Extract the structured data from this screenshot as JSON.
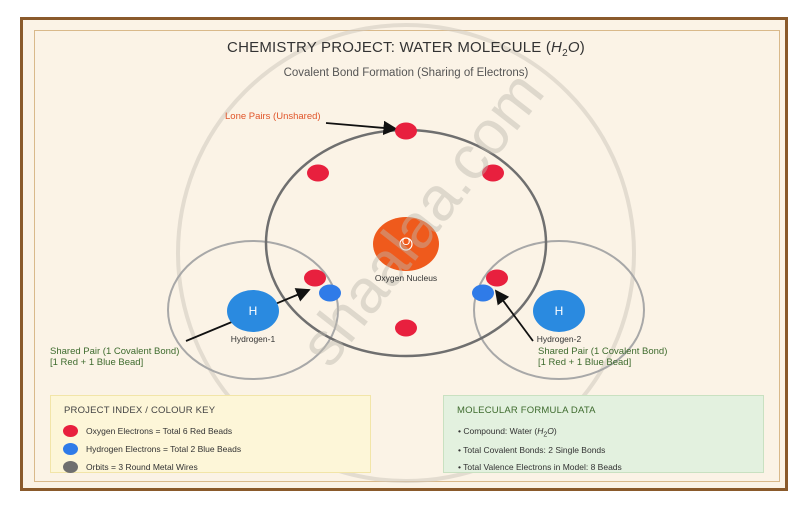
{
  "header": {
    "title_prefix": "CHEMISTRY PROJECT: WATER MOLECULE (",
    "title_formula_h": "H",
    "title_formula_sub": "2",
    "title_formula_o": "O",
    "title_suffix": ")",
    "subtitle": "Covalent Bond Formation (Sharing of Electrons)"
  },
  "diagram": {
    "lone_pairs_label": "Lone Pairs (Unshared)",
    "oxygen_symbol": "O",
    "oxygen_nucleus_label": "Oxygen Nucleus",
    "hydrogen_symbol": "H",
    "hydrogen1_label": "Hydrogen-1",
    "hydrogen2_label": "Hydrogen-2",
    "shared_pair_line1": "Shared Pair (1 Covalent Bond)",
    "shared_pair_line2": "[1 Red + 1 Blue Bead]",
    "watermark": "shaalaa.com"
  },
  "colour_key": {
    "title": "PROJECT INDEX / COLOUR KEY",
    "items": [
      {
        "label": "Oxygen Electrons = Total 6 Red Beads",
        "color": "#e8203e"
      },
      {
        "label": "Hydrogen Electrons = Total 2 Blue Beads",
        "color": "#2f7be8"
      },
      {
        "label": "Orbits = 3 Round Metal Wires",
        "color": "#6f6f6f"
      }
    ]
  },
  "formula_data": {
    "title": "MOLECULAR FORMULA DATA",
    "compound_prefix": "• Compound: Water (",
    "compound_h": "H",
    "compound_sub": "2",
    "compound_o": "O",
    "compound_suffix": ")",
    "bonds": "• Total Covalent Bonds: 2 Single Bonds",
    "valence": "• Total Valence Electrons in Model: 8 Beads"
  },
  "colors": {
    "oxygen_electron": "#e8203e",
    "hydrogen_electron": "#2f7be8",
    "oxygen_nucleus": "#ef5a1c",
    "hydrogen_nucleus": "#2a8ae0",
    "orbit_oxygen": "#6f6f6f",
    "orbit_hydrogen": "#a8a8a8",
    "frame": "#8a5a2b",
    "background": "#fbf3e6"
  }
}
